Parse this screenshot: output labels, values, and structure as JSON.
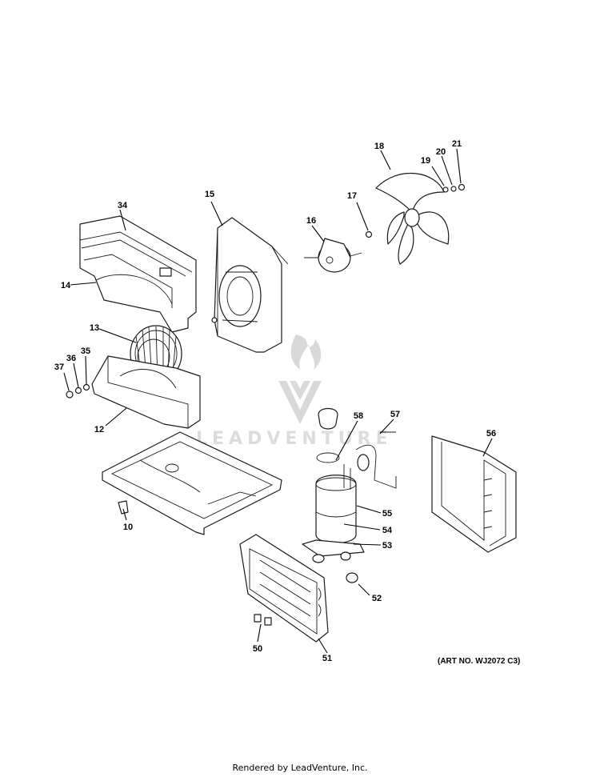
{
  "diagram": {
    "callouts": [
      "10",
      "12",
      "13",
      "14",
      "15",
      "16",
      "17",
      "18",
      "19",
      "20",
      "21",
      "34",
      "35",
      "36",
      "37",
      "50",
      "51",
      "52",
      "53",
      "54",
      "55",
      "56",
      "57",
      "58"
    ],
    "art_number": "(ART NO. WJ2072 C3)",
    "watermark_text": "LEADVENTURE",
    "footer": "Rendered by LeadVenture, Inc."
  }
}
